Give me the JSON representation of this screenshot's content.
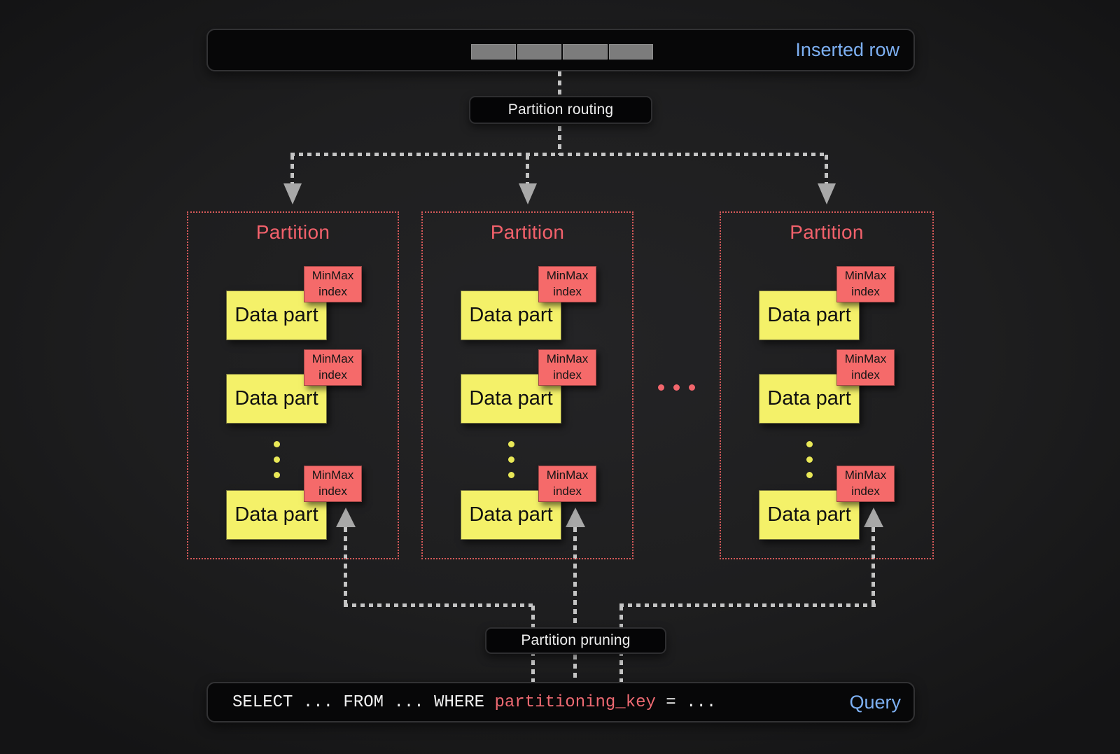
{
  "inserted_row": {
    "label": "Inserted row",
    "cell_count": 4
  },
  "labels": {
    "routing": "Partition routing",
    "pruning": "Partition pruning",
    "partition": "Partition",
    "data_part": "Data part",
    "minmax": "MinMax index",
    "partitions_ellipsis": "...",
    "parts_ellipsis": "..."
  },
  "query": {
    "prefix": "SELECT ... FROM ... WHERE ",
    "keyword": "partitioning_key",
    "suffix": " = ...",
    "label": "Query"
  },
  "colors": {
    "accent_blue": "#7db0f3",
    "partition_border_red": "#d85a5a",
    "partition_title_red": "#f2616b",
    "minmax_tag_red": "#f56a6a",
    "data_part_yellow": "#f4f169",
    "keyword_red": "#ee6a72",
    "line_gray": "#c4c4c4",
    "bar_background": "#070708"
  }
}
